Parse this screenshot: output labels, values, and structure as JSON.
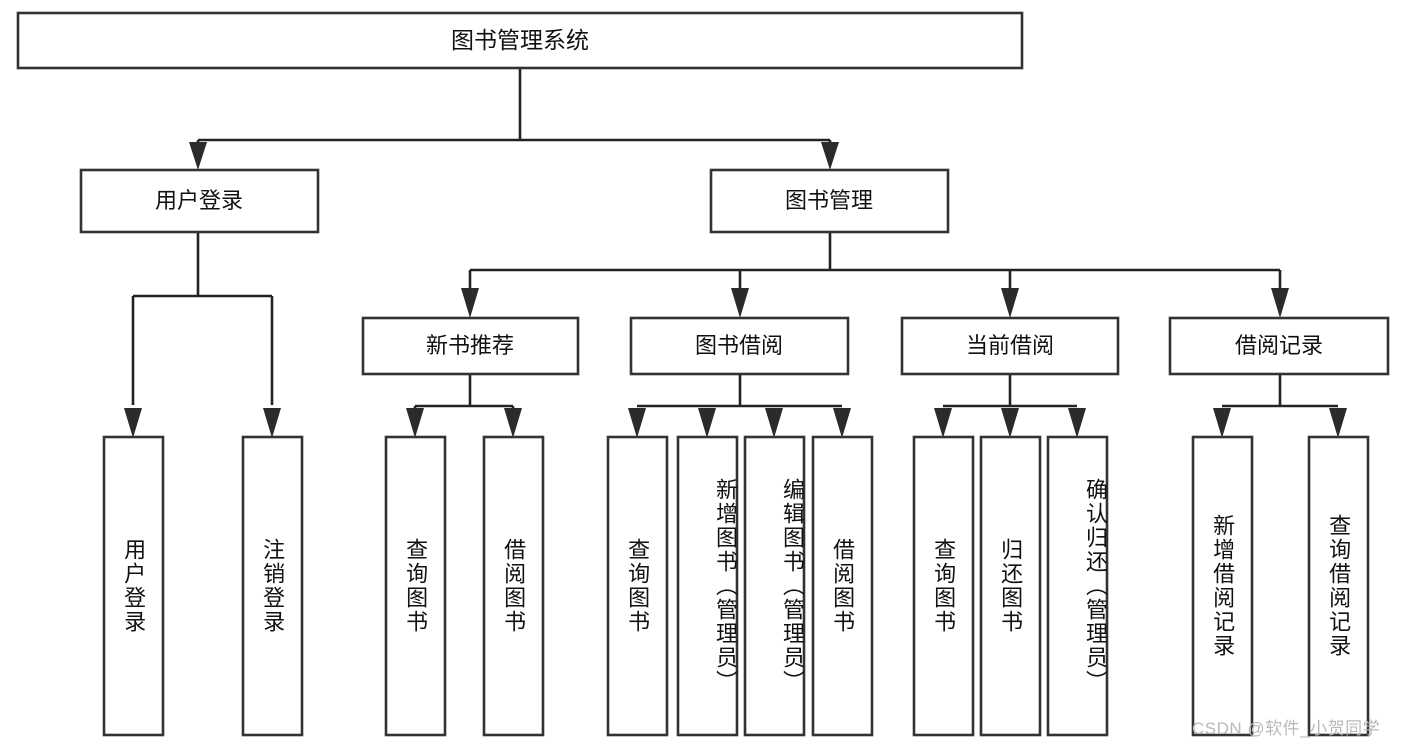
{
  "diagram": {
    "type": "hierarchy-tree",
    "title": "图书管理系统",
    "orientation": "top-down",
    "levels": 4,
    "root": {
      "id": "root",
      "label": "图书管理系统"
    },
    "level2": [
      {
        "id": "user-login",
        "label": "用户登录"
      },
      {
        "id": "book-management",
        "label": "图书管理"
      }
    ],
    "level3": [
      {
        "id": "new-book-recommend",
        "label": "新书推荐",
        "parent": "book-management"
      },
      {
        "id": "book-borrow",
        "label": "图书借阅",
        "parent": "book-management"
      },
      {
        "id": "current-borrow",
        "label": "当前借阅",
        "parent": "book-management"
      },
      {
        "id": "borrow-record",
        "label": "借阅记录",
        "parent": "book-management"
      }
    ],
    "leaves": {
      "user-login": [
        {
          "id": "leaf-user-login",
          "label": "用户登录"
        },
        {
          "id": "leaf-user-logout",
          "label": "注销登录"
        }
      ],
      "new-book-recommend": [
        {
          "id": "leaf-query-book-1",
          "label": "查询图书"
        },
        {
          "id": "leaf-borrow-book-1",
          "label": "借阅图书"
        }
      ],
      "book-borrow": [
        {
          "id": "leaf-query-book-2",
          "label": "查询图书"
        },
        {
          "id": "leaf-add-book",
          "label": "新增图书（管理员）"
        },
        {
          "id": "leaf-edit-book",
          "label": "编辑图书（管理员）"
        },
        {
          "id": "leaf-borrow-book-2",
          "label": "借阅图书"
        }
      ],
      "current-borrow": [
        {
          "id": "leaf-query-book-3",
          "label": "查询图书"
        },
        {
          "id": "leaf-return-book",
          "label": "归还图书"
        },
        {
          "id": "leaf-confirm-return",
          "label": "确认归还（管理员）"
        }
      ],
      "borrow-record": [
        {
          "id": "leaf-add-record",
          "label": "新增借阅记录"
        },
        {
          "id": "leaf-query-record",
          "label": "查询借阅记录"
        }
      ]
    },
    "colors": {
      "box_fill": "#ffffff",
      "box_stroke": "#333333",
      "connector": "#232323",
      "text": "#111111",
      "watermark": "#b9b9b9",
      "background": "#ffffff"
    }
  },
  "watermark": {
    "text": "CSDN @软件_小贺同学"
  }
}
